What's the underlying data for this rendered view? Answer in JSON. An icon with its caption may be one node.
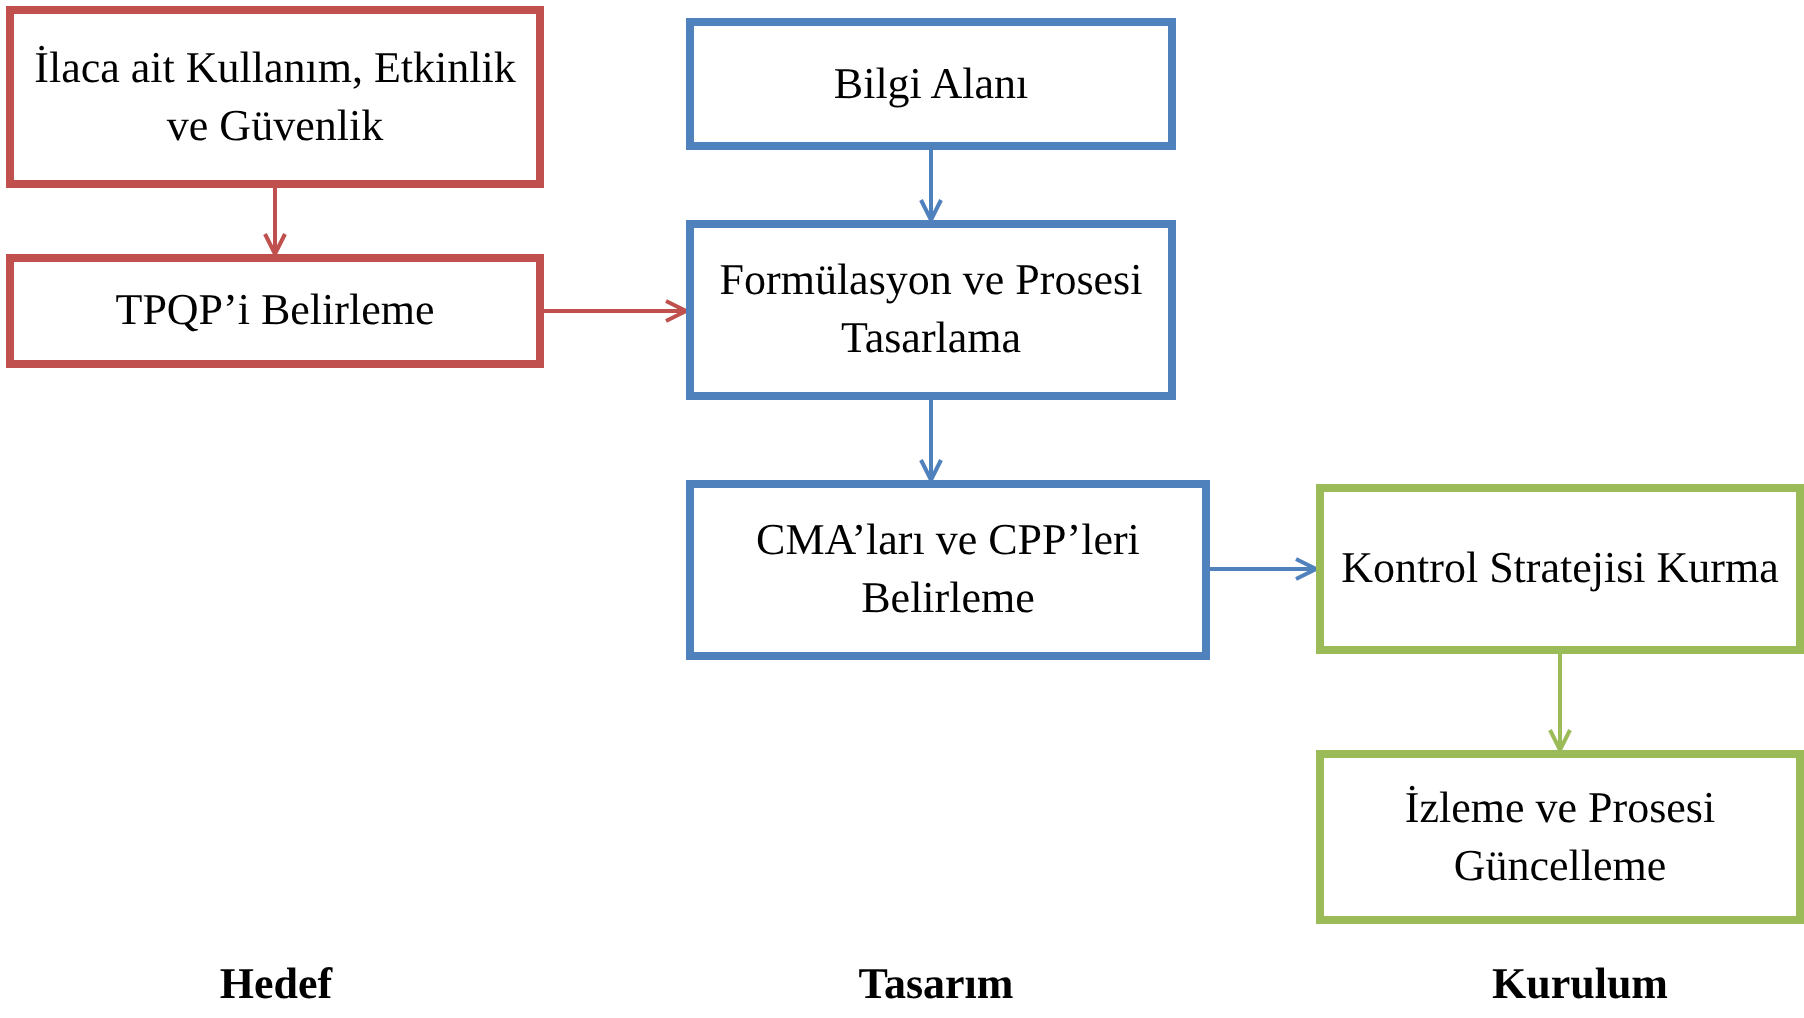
{
  "diagram": {
    "nodes": [
      {
        "text": [
          "İlaca ait Kullanım, Etkinlik ve Güvenlik"
        ]
      },
      {
        "text": [
          "TPQP’i Belirleme"
        ]
      },
      {
        "text": [
          "Bilgi Alanı"
        ]
      },
      {
        "text": [
          "Formülasyon ve Prosesi Tasarlama"
        ]
      },
      {
        "text": [
          "CMA’ları ve CPP’leri Belirleme"
        ]
      },
      {
        "text": [
          "Kontrol Stratejisi Kurma"
        ]
      },
      {
        "text": [
          "İzleme ve Prosesi Güncelleme"
        ]
      }
    ],
    "edges": [
      {
        "from": 0,
        "to": 1,
        "arrow": "to",
        "color": "#c0504d"
      },
      {
        "from": 1,
        "to": 3,
        "arrow": "to",
        "color": "#c0504d"
      },
      {
        "from": 2,
        "to": 3,
        "arrow": "to"
      },
      {
        "from": 3,
        "to": 4,
        "arrow": "to"
      },
      {
        "from": 4,
        "to": 5,
        "arrow": "to"
      },
      {
        "from": 5,
        "to": 6,
        "arrow": "to",
        "color": "#9bbb59"
      }
    ],
    "labels": [
      "Hedef",
      "Tasarım",
      "Kurulum"
    ]
  }
}
